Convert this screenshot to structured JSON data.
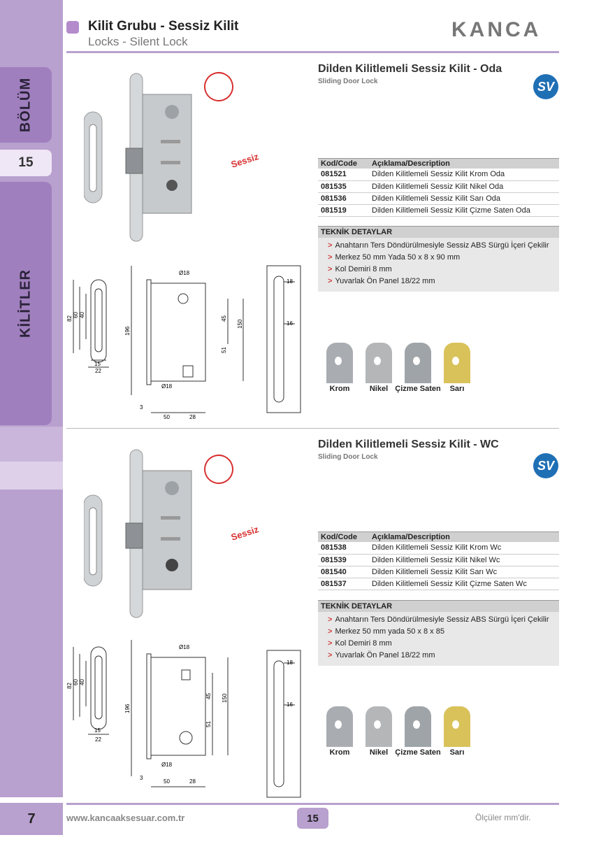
{
  "header": {
    "title": "Kilit Grubu - Sessiz Kilit",
    "subtitle": "Locks - Silent Lock",
    "brand": "KANCA"
  },
  "sidebar": {
    "section_label": "BÖLÜM",
    "section_number": "15",
    "category": "KİLİTLER"
  },
  "products": [
    {
      "title": "Dilden Kilitlemeli Sessiz Kilit - Oda",
      "subtitle": "Sliding Door Lock",
      "badge": "Sessiz",
      "sv_logo": "SV",
      "table_headers": {
        "code": "Kod/Code",
        "desc": "Açıklama/Description"
      },
      "rows": [
        {
          "code": "081521",
          "desc": "Dilden Kilitlemeli Sessiz Kilit Krom Oda"
        },
        {
          "code": "081535",
          "desc": "Dilden Kilitlemeli Sessiz Kilit Nikel Oda"
        },
        {
          "code": "081536",
          "desc": "Dilden Kilitlemeli Sessiz Kilit Sarı Oda"
        },
        {
          "code": "081519",
          "desc": "Dilden Kilitlemeli Sessiz Kilit Çizme Saten Oda"
        }
      ],
      "tech_title": "TEKNİK DETAYLAR",
      "tech": [
        "Anahtarın Ters Döndürülmesiyle Sessiz ABS Sürgü İçeri Çekilir",
        "Merkez 50 mm Yada 50 x 8 x 90 mm",
        "Kol Demiri 8 mm",
        "Yuvarlak Ön Panel 18/22 mm"
      ],
      "finishes": [
        "Krom",
        "Nikel",
        "Çizme Saten",
        "Sarı"
      ],
      "dims": {
        "d18": "Ø18",
        "d18b": "Ø18",
        "h196": "196",
        "h150": "150",
        "h45": "45",
        "h51": "51",
        "w50": "50",
        "w28": "28",
        "w3": "3",
        "p82": "82",
        "p60": "60",
        "p40": "40",
        "p15": "15",
        "p22": "22",
        "s18": "18",
        "s16": "16"
      }
    },
    {
      "title": "Dilden Kilitlemeli Sessiz Kilit - WC",
      "subtitle": "Sliding Door Lock",
      "badge": "Sessiz",
      "sv_logo": "SV",
      "table_headers": {
        "code": "Kod/Code",
        "desc": "Açıklama/Description"
      },
      "rows": [
        {
          "code": "081538",
          "desc": "Dilden Kilitlemeli Sessiz Kilit Krom Wc"
        },
        {
          "code": "081539",
          "desc": "Dilden Kilitlemeli Sessiz Kilit Nikel Wc"
        },
        {
          "code": "081540",
          "desc": "Dilden Kilitlemeli Sessiz Kilit Sarı Wc"
        },
        {
          "code": "081537",
          "desc": "Dilden Kilitlemeli Sessiz Kilit Çizme Saten Wc"
        }
      ],
      "tech_title": "TEKNİK DETAYLAR",
      "tech": [
        "Anahtarın Ters Döndürülmesiyle Sessiz ABS Sürgü İçeri Çekilir",
        "Merkez 50 mm yada 50 x 8 x 85",
        "Kol Demiri 8 mm",
        "Yuvarlak Ön Panel 18/22 mm"
      ],
      "finishes": [
        "Krom",
        "Nikel",
        "Çizme Saten",
        "Sarı"
      ],
      "dims": {
        "d18": "Ø18",
        "d18b": "Ø18",
        "h196": "196",
        "h150": "150",
        "h45": "45",
        "h51": "51",
        "w50": "50",
        "w28": "28",
        "w3": "3",
        "p82": "82",
        "p60": "60",
        "p40": "40",
        "p15": "15",
        "p22": "22",
        "s18": "18",
        "s16": "16"
      }
    }
  ],
  "footer": {
    "left_number": "7",
    "url": "www.kancaaksesuar.com.tr",
    "page": "15",
    "note": "Ölçüler mm'dir."
  },
  "colors": {
    "accent": "#b8a0cf",
    "accent_dark": "#a07fbe",
    "swatch_krom": "#a9adb2",
    "swatch_nikel": "#b4b6b8",
    "swatch_saten": "#9fa4a8",
    "swatch_sari": "#d9c25a"
  }
}
